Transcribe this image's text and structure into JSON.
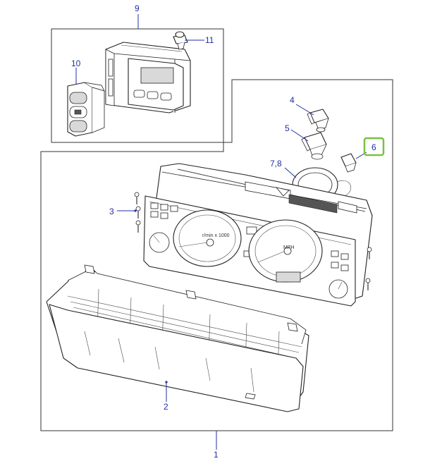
{
  "diagram": {
    "callouts": {
      "c1": "1",
      "c2": "2",
      "c3": "3",
      "c4": "4",
      "c5": "5",
      "c6": "6",
      "c78": "7,8",
      "c9": "9",
      "c10": "10",
      "c11": "11"
    },
    "gauge_text": {
      "tach_scale": "r/min x 1000",
      "speedo_unit": "MPH"
    },
    "colors": {
      "callout": "#1f2fa8",
      "highlight": "#7ac142",
      "line": "#222222"
    }
  }
}
